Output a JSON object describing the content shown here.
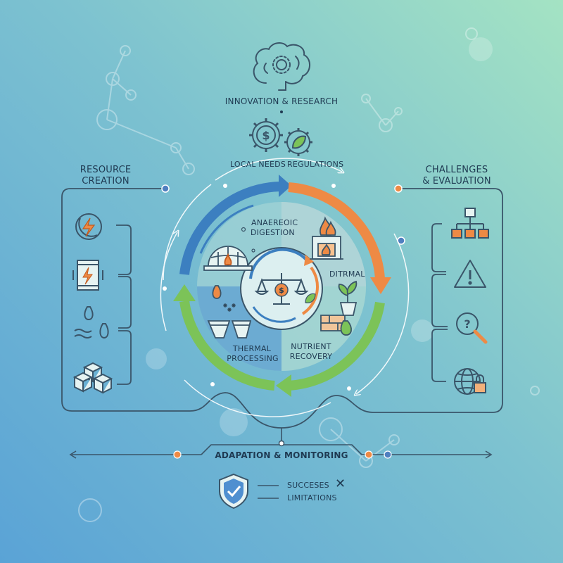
{
  "top": {
    "innovation_label": "INNOVATION & RESEARCH",
    "local_needs_label": "LOCAL NEEDS",
    "regulations_label": "REGULATIONS"
  },
  "left_panel": {
    "title_line1": "RESOURCE",
    "title_line2": "CREATION",
    "icons": [
      "energy-bolt-icon",
      "biomass-sack-icon",
      "water-drops-icon",
      "material-blocks-icon"
    ]
  },
  "right_panel": {
    "title_line1": "CHALLENGES",
    "title_line2": "& EVALUATION",
    "icons": [
      "hierarchy-chart-icon",
      "warning-triangle-icon",
      "magnifier-question-icon",
      "globe-lock-icon"
    ]
  },
  "cycle": {
    "anaerobic_line1": "ANAEREOIC",
    "anaerobic_line2": "DIGESTION",
    "thermal_right": "DITRMAL",
    "thermal_line1": "THERMAL",
    "thermal_line2": "PROCESSING",
    "nutrient_line1": "NUTRIENT",
    "nutrient_line2": "RECOVERY",
    "center_icon": "balance-scale-coin-icon"
  },
  "bottom": {
    "adaptation_label": "ADAPATION & MONITORING",
    "successes_label": "SUCCESES",
    "successes_mark": "✕",
    "limitations_label": "LIMITATIONS"
  },
  "colors": {
    "bg_top": "#9fe0c4",
    "bg_bottom": "#5aa6d6",
    "line": "#3a5569",
    "orange": "#ee8a45",
    "blue": "#3c7fc0",
    "green": "#7cc358",
    "ink": "#1f3a52"
  }
}
